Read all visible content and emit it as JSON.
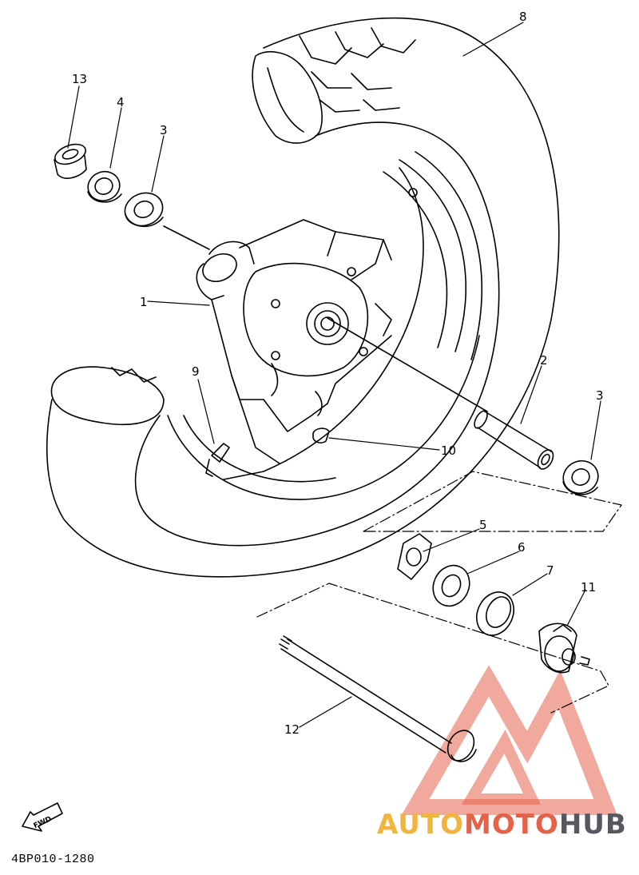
{
  "parts": [
    {
      "id": "13",
      "label": "13"
    },
    {
      "id": "4",
      "label": "4"
    },
    {
      "id": "3a",
      "label": "3"
    },
    {
      "id": "8",
      "label": "8"
    },
    {
      "id": "1",
      "label": "1"
    },
    {
      "id": "9",
      "label": "9"
    },
    {
      "id": "2",
      "label": "2"
    },
    {
      "id": "3b",
      "label": "3"
    },
    {
      "id": "10",
      "label": "10"
    },
    {
      "id": "5",
      "label": "5"
    },
    {
      "id": "6",
      "label": "6"
    },
    {
      "id": "7",
      "label": "7"
    },
    {
      "id": "11",
      "label": "11"
    },
    {
      "id": "12",
      "label": "12"
    }
  ],
  "fwd_label": "FWD",
  "diagram_code": "4BP010-1280",
  "watermark": {
    "part1": "AUTO",
    "part2": "MOTO",
    "part3": "HUB",
    "colors": {
      "auto": "#f2b33f",
      "moto": "#e4624a",
      "hub": "#55595f",
      "logo": "#e4624a"
    }
  }
}
